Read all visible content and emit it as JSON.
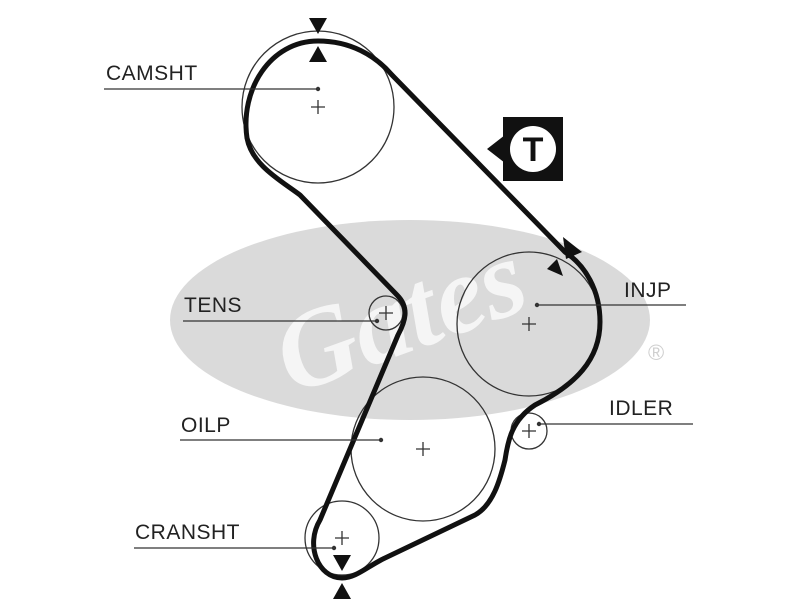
{
  "watermark": {
    "brand": "Gates",
    "mark": "®"
  },
  "pulleys": [
    {
      "id": "camsht",
      "label": "CAMSHT"
    },
    {
      "id": "tens",
      "label": "TENS"
    },
    {
      "id": "injp",
      "label": "INJP"
    },
    {
      "id": "oilp",
      "label": "OILP"
    },
    {
      "id": "idler",
      "label": "IDLER"
    },
    {
      "id": "cransht",
      "label": "CRANSHT"
    }
  ],
  "badge": {
    "letter": "T"
  },
  "colors": {
    "belt": "#111111",
    "pulley": "#333333",
    "watermark": "#cfcfcf",
    "label_text": "#222222"
  }
}
